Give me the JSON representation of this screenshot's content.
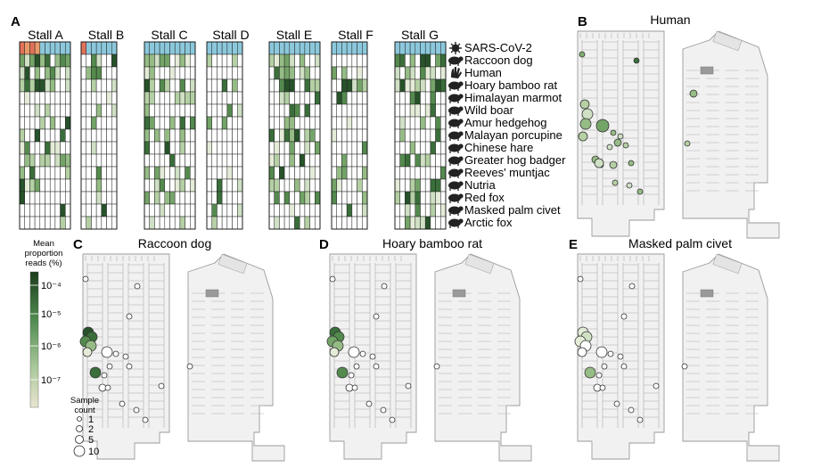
{
  "panel_letters": [
    "A",
    "B",
    "C",
    "D",
    "E"
  ],
  "stalls": [
    "Stall A",
    "Stall B",
    "Stall C",
    "Stall D",
    "Stall E",
    "Stall F",
    "Stall G"
  ],
  "stall_columns": [
    10,
    7,
    10,
    7,
    10,
    7,
    10
  ],
  "species": [
    {
      "label": "SARS-CoV-2",
      "icon": "virus-icon"
    },
    {
      "label": "Raccoon dog",
      "icon": "raccoon-dog-icon"
    },
    {
      "label": "Human",
      "icon": "hand-icon"
    },
    {
      "label": "Hoary bamboo rat",
      "icon": "bamboo-rat-icon"
    },
    {
      "label": "Himalayan marmot",
      "icon": "marmot-icon"
    },
    {
      "label": "Wild boar",
      "icon": "wild-boar-icon"
    },
    {
      "label": "Amur hedgehog",
      "icon": "hedgehog-icon"
    },
    {
      "label": "Malayan porcupine",
      "icon": "porcupine-icon"
    },
    {
      "label": "Chinese hare",
      "icon": "hare-icon"
    },
    {
      "label": "Greater hog badger",
      "icon": "badger-icon"
    },
    {
      "label": "Reeves' muntjac",
      "icon": "muntjac-icon"
    },
    {
      "label": "Nutria",
      "icon": "nutria-icon"
    },
    {
      "label": "Red fox",
      "icon": "fox-icon"
    },
    {
      "label": "Masked palm civet",
      "icon": "civet-icon"
    },
    {
      "label": "Arctic fox",
      "icon": "arctic-fox-icon"
    }
  ],
  "map_titles": {
    "B": "Human",
    "C": "Raccoon dog",
    "D": "Hoary bamboo rat",
    "E": "Masked palm civet"
  },
  "legend": {
    "color_title": [
      "Mean",
      "proportion",
      "reads (%)"
    ],
    "color_ticks": [
      "10⁻⁴",
      "10⁻⁵",
      "10⁻⁶",
      "10⁻⁷"
    ],
    "size_title": [
      "Sample",
      "count"
    ],
    "size_values": [
      "1",
      "2",
      "5",
      "10"
    ],
    "color_low": "#e8e4cf",
    "color_high": "#1d3d1d"
  },
  "colors": {
    "sars_header": "#8cc8dc",
    "sars_positive": "#e0735a",
    "heat_dark": "#2f5a2f",
    "heat_light": "#cfe0c4",
    "map_fill": "#f1f1f1",
    "map_line": "#9a9a9a"
  }
}
